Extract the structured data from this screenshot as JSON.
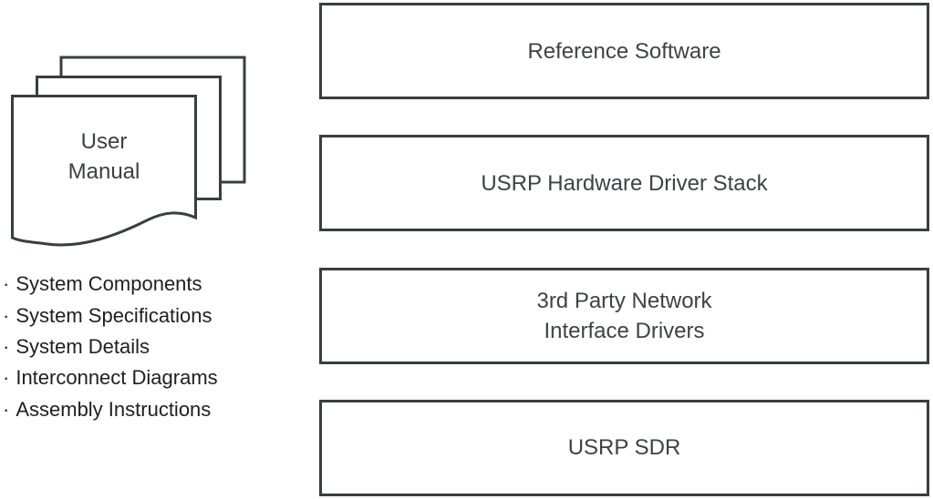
{
  "manual": {
    "title_line1": "User",
    "title_line2": "Manual",
    "bullet": "·",
    "items": [
      "System Components",
      "System Specifications",
      "System Details",
      "Interconnect Diagrams",
      "Assembly Instructions"
    ]
  },
  "stack": {
    "boxes": [
      {
        "label": "Reference Software"
      },
      {
        "label": "USRP Hardware Driver Stack"
      },
      {
        "label": "3rd Party Network\nInterface Drivers"
      },
      {
        "label": "USRP SDR"
      }
    ]
  },
  "colors": {
    "line": "#3a3d41",
    "box_text": "#3f4245",
    "list_text": "#1f1f1f",
    "background": "#ffffff"
  }
}
